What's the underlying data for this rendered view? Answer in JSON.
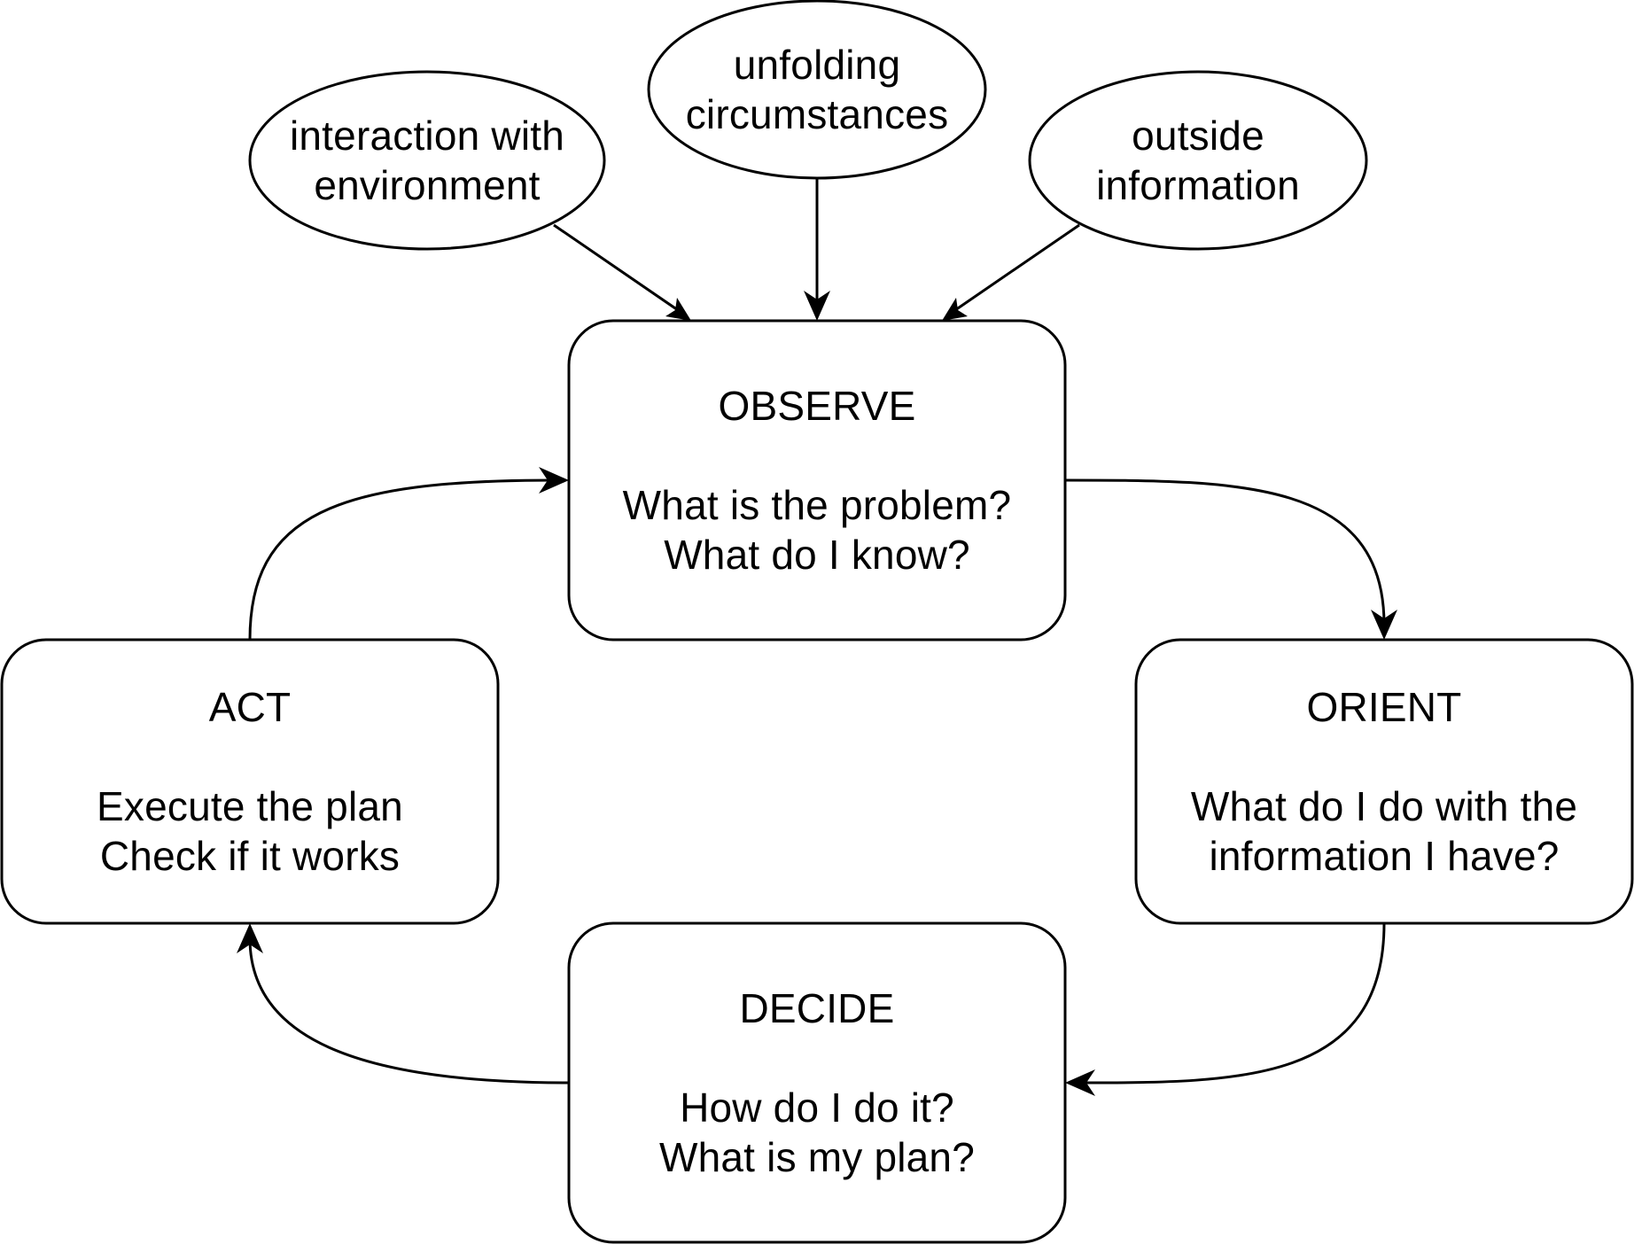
{
  "diagram": {
    "inputs": [
      {
        "id": "environment",
        "lines": [
          "interaction with",
          "environment"
        ]
      },
      {
        "id": "circumstances",
        "lines": [
          "unfolding",
          "circumstances"
        ]
      },
      {
        "id": "information",
        "lines": [
          "outside",
          "information"
        ]
      }
    ],
    "steps": [
      {
        "id": "observe",
        "title": "OBSERVE",
        "lines": [
          "What is the problem?",
          "What do I know?"
        ]
      },
      {
        "id": "orient",
        "title": "ORIENT",
        "lines": [
          "What do I do with the",
          "information I have?"
        ]
      },
      {
        "id": "decide",
        "title": "DECIDE",
        "lines": [
          "How do I do it?",
          "What is my plan?"
        ]
      },
      {
        "id": "act",
        "title": "ACT",
        "lines": [
          "Execute the plan",
          "Check if it works"
        ]
      }
    ],
    "edges": [
      {
        "from": "environment",
        "to": "observe"
      },
      {
        "from": "circumstances",
        "to": "observe"
      },
      {
        "from": "information",
        "to": "observe"
      },
      {
        "from": "observe",
        "to": "orient"
      },
      {
        "from": "orient",
        "to": "decide"
      },
      {
        "from": "decide",
        "to": "act"
      },
      {
        "from": "act",
        "to": "observe"
      }
    ],
    "colors": {
      "stroke": "#000000",
      "fill": "#ffffff",
      "text": "#000000"
    }
  }
}
